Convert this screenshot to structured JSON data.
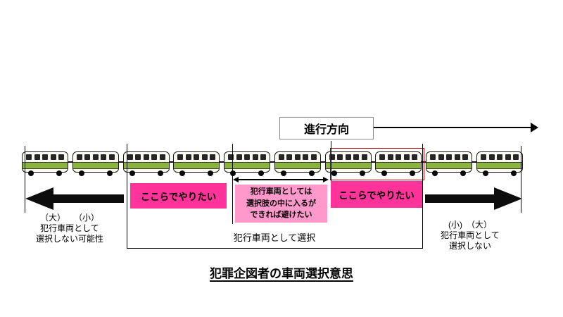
{
  "direction": {
    "label": "進行方向"
  },
  "train": {
    "car_count": 10
  },
  "boxes": {
    "want_left": "ここらでやりたい",
    "want_right": "ここらでやりたい",
    "avoid": {
      "line1": "犯行車両としては",
      "line2": "選択肢の中に入るが",
      "line3": "できれば避けたい"
    }
  },
  "annotations": {
    "left": {
      "line1": "（大）　　（小）",
      "line2": "犯行車両として",
      "line3": "選択しない可能性"
    },
    "right": {
      "line1": "(小)　（大）",
      "line2": "犯行車両として",
      "line3": "選択しない"
    },
    "center": "犯行車両として選択"
  },
  "title": "犯罪企図者の車両選択意思",
  "colors": {
    "magenta": "#ff3399",
    "light_pink": "#ff99cc",
    "train_green": "#8cb43c"
  }
}
